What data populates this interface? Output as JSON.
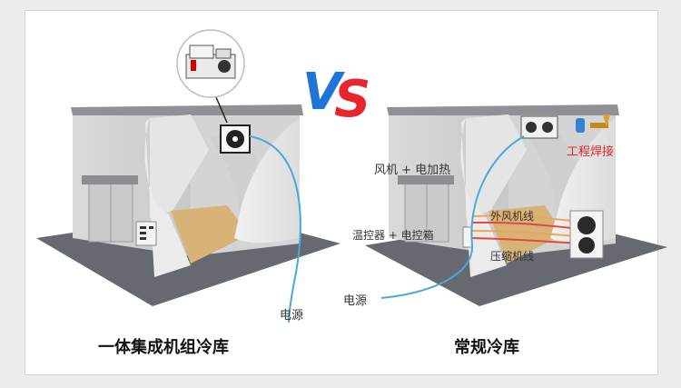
{
  "vs_text": "VS",
  "colors": {
    "vs_v": "#1e74d8",
    "vs_s": "#e8252e",
    "power_line": "#4aa8dc",
    "pipe_orange": "#f0a45a",
    "pipe_red": "#e8473a",
    "floor_wood": "#d7b377",
    "platform": "#666a70"
  },
  "left": {
    "caption": "一体集成机组冷库",
    "power_label": "电源",
    "icons": [
      "integrated-unit-icon",
      "fan-unit-icon",
      "control-panel-icon"
    ]
  },
  "right": {
    "caption": "常规冷库",
    "labels": {
      "fan_heater": "风机 + 电加热",
      "thermostat_box": "温控器 + 电控箱",
      "external_fan_line": "外风机线",
      "compressor_line": "压缩机线",
      "welding": "工程焊接",
      "power": "电源"
    },
    "icons": [
      "evaporator-icon",
      "condensing-unit-icon",
      "welding-tools-icon"
    ]
  }
}
